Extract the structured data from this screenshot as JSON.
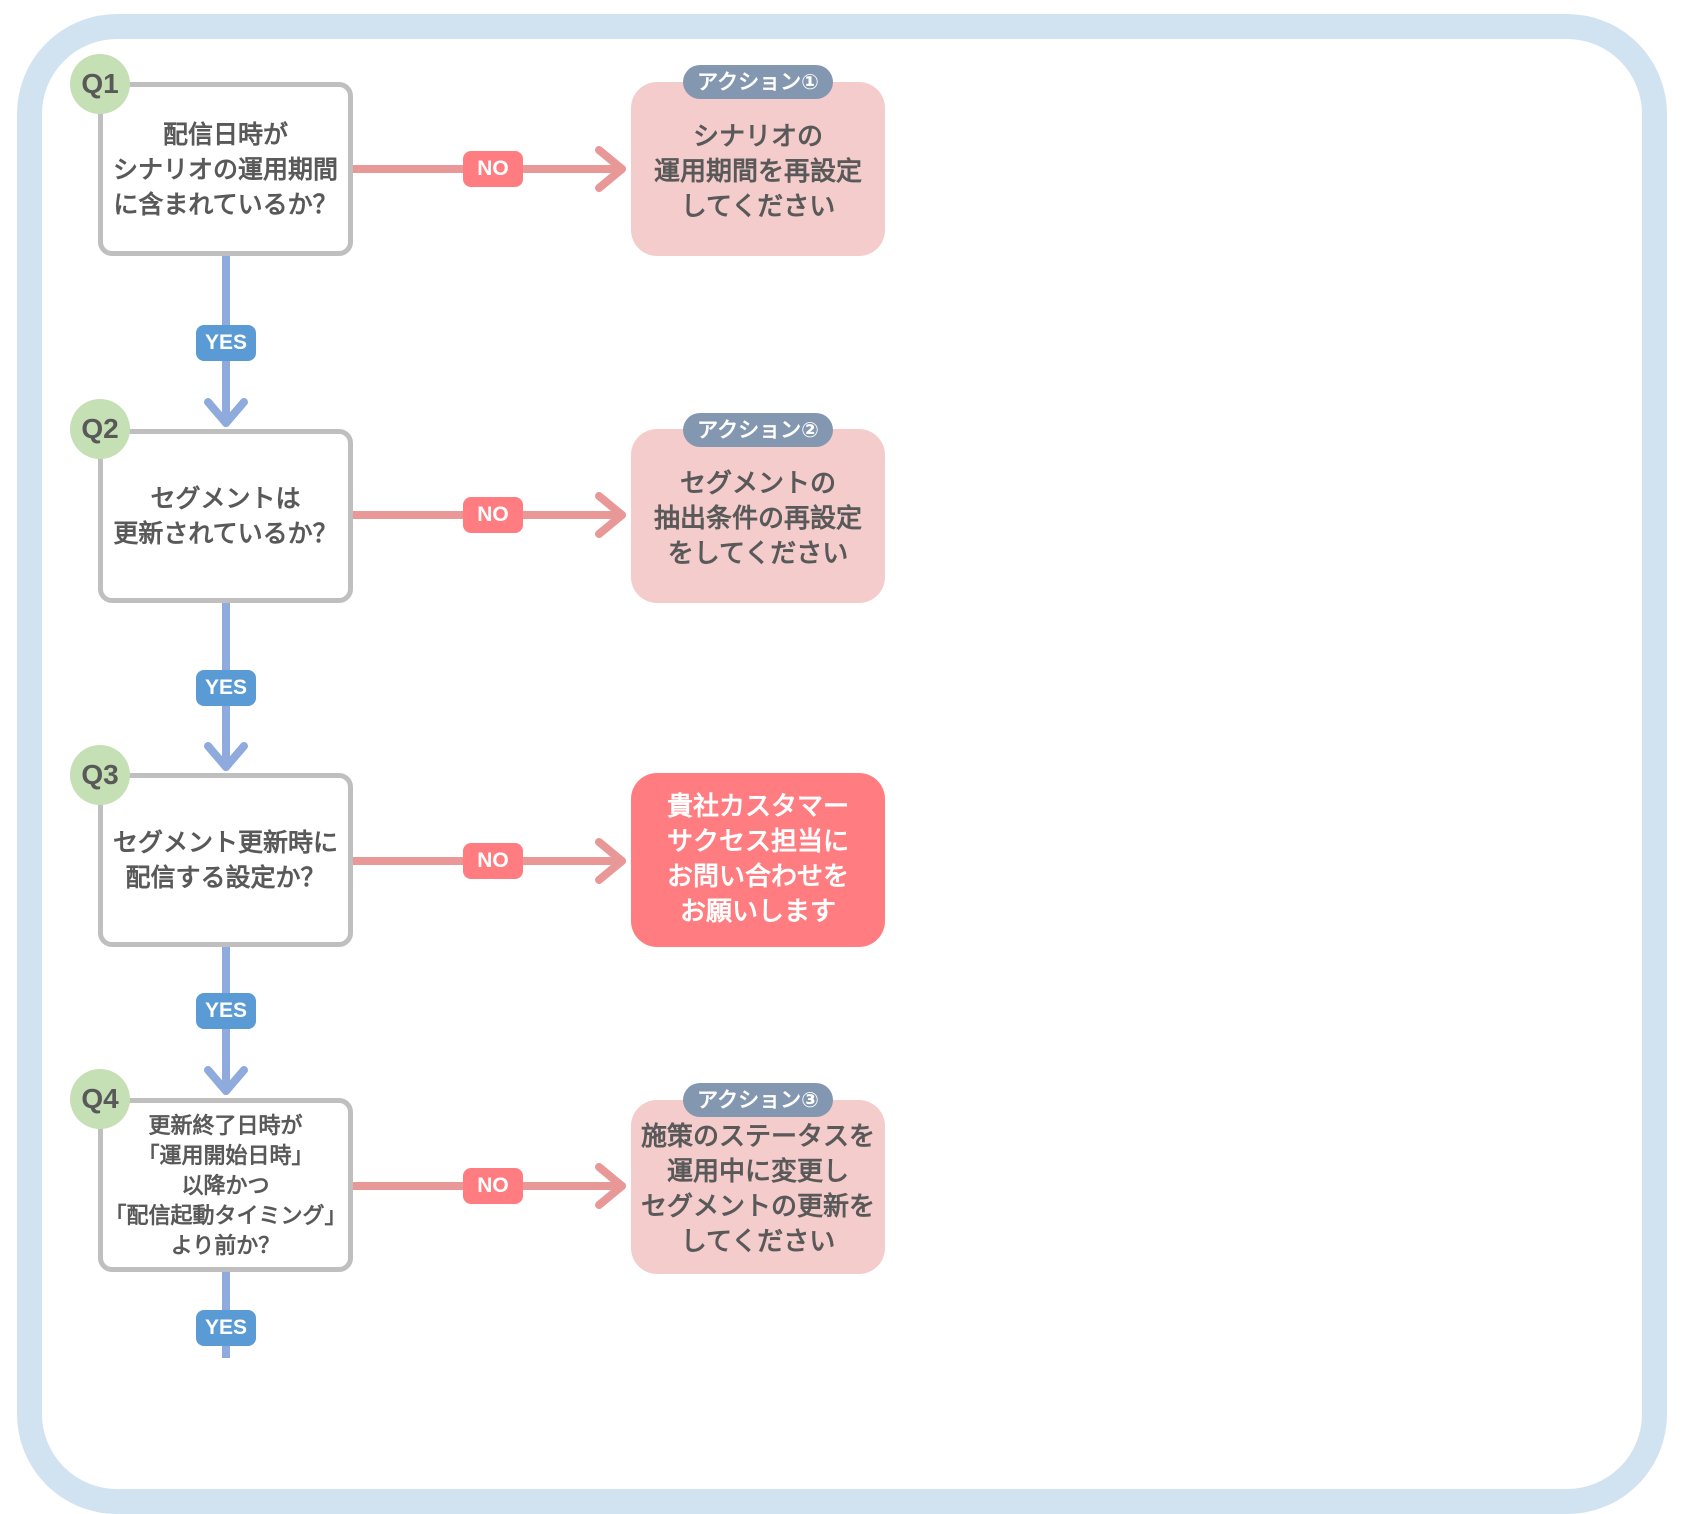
{
  "colors": {
    "frame": "#d1e2f1",
    "question_border": "#bfbfbf",
    "question_badge": "#c5e0b4",
    "action_fill": "#f4cccc",
    "action_alert_fill": "#ff7c80",
    "action_badge": "#8497b0",
    "no_arrow": "#e99898",
    "no_badge": "#ff7c80",
    "yes_arrow": "#8faadc",
    "yes_badge": "#5b9bd5",
    "text": "#595959"
  },
  "labels": {
    "no": "NO",
    "yes": "YES"
  },
  "questions": [
    {
      "id": "Q1",
      "text": "配信日時が\nシナリオの運用期間\nに含まれているか？"
    },
    {
      "id": "Q2",
      "text": "セグメントは\n更新されているか？"
    },
    {
      "id": "Q3",
      "text": "セグメント更新時に\n配信する設定か？"
    },
    {
      "id": "Q4",
      "text": "更新終了日時が\n「運用開始日時」\n以降かつ\n「配信起動タイミング」\nより前か？"
    }
  ],
  "actions": [
    {
      "badge": "アクション①",
      "text": "シナリオの\n運用期間を再設定\nしてください"
    },
    {
      "badge": "アクション②",
      "text": "セグメントの\n抽出条件の再設定\nをしてください"
    },
    {
      "badge": "",
      "text": "貴社カスタマー\nサクセス担当に\nお問い合わせを\nお願いします"
    },
    {
      "badge": "アクション③",
      "text": "施策のステータスを\n運用中に変更し\nセグメントの更新を\nしてください"
    }
  ]
}
